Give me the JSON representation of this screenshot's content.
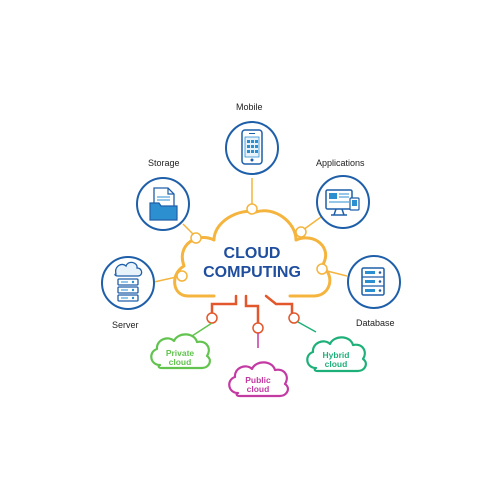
{
  "center": {
    "line1": "CLOUD",
    "line2": "COMPUTING",
    "outline_color": "#f4b43e",
    "text_color": "#1f4e9e"
  },
  "nodes": [
    {
      "label": "Mobile",
      "icon": "mobile-icon"
    },
    {
      "label": "Applications",
      "icon": "applications-icon"
    },
    {
      "label": "Database",
      "icon": "database-icon"
    },
    {
      "label": "Server",
      "icon": "server-icon"
    },
    {
      "label": "Storage",
      "icon": "storage-icon"
    }
  ],
  "clouds": {
    "private": {
      "line1": "Private",
      "line2": "cloud",
      "color": "#62c34f"
    },
    "public": {
      "line1": "Public",
      "line2": "cloud",
      "color": "#c33aa3"
    },
    "hybrid": {
      "line1": "Hybrid",
      "line2": "cloud",
      "color": "#1fb07a"
    }
  },
  "colors": {
    "node_circle": "#1f5fa9",
    "icon_accent": "#2c8fd0",
    "connector": "#f4b43e",
    "stem": "#e2572b"
  }
}
